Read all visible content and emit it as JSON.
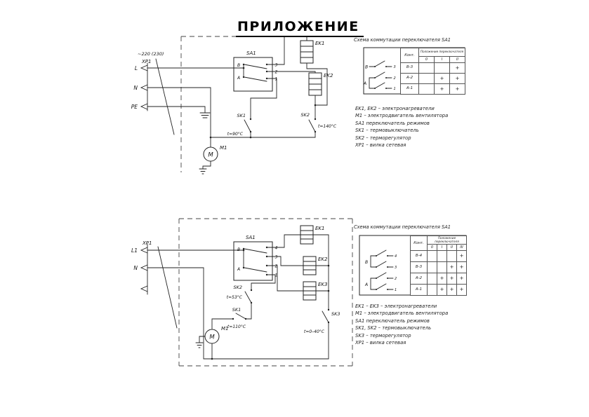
{
  "title": "ПРИЛОЖЕНИЕ",
  "top": {
    "schematic": {
      "supply": "~220 (230)",
      "plug": "XP1",
      "l": "L",
      "n": "N",
      "pe": "PE",
      "sa1": "SA1",
      "in_b": "В",
      "in_a": "А",
      "pins": [
        "3",
        "2",
        "1"
      ],
      "ek1": "EK1",
      "ek2": "EK2",
      "sk1": "SK1",
      "sk1_temp": "t=90°C",
      "sk2": "SK2",
      "sk2_temp": "t=140°C",
      "m1": "M1",
      "motor_letter": "M"
    },
    "block_title": "Схема коммутации переключателя SA1",
    "mini": {
      "b": "В",
      "a": "А",
      "pins": [
        "3",
        "2",
        "1"
      ]
    },
    "table": {
      "contacts": "Конт.",
      "positions_label": "Положение переключателя",
      "positions": [
        "0",
        "I",
        "II"
      ],
      "rows": [
        {
          "c": "В-3",
          "m": [
            "",
            "",
            "+"
          ]
        },
        {
          "c": "А-2",
          "m": [
            "",
            "+",
            "+"
          ]
        },
        {
          "c": "А-1",
          "m": [
            "",
            "+",
            "+"
          ]
        }
      ]
    },
    "legend": [
      "EK1, EK2 – электронагреватели",
      "M1 – электродвигатель вентилятора",
      "SA1 переключатель режимов",
      "SK1 – термовыключатель",
      "SK2 – терморегулятор",
      "XP1 – вилка сетевая"
    ]
  },
  "bottom": {
    "schematic": {
      "plug": "XP1",
      "l": "L1",
      "n": "N",
      "sa1": "SA1",
      "in_b": "В",
      "in_a": "А",
      "pins": [
        "4",
        "3",
        "2",
        "1"
      ],
      "ek1": "EK1",
      "ek2": "EK2",
      "ek3": "EK3",
      "sk1": "SK1",
      "sk1_temp": "t=110°C",
      "sk2": "SK2",
      "sk2_temp": "t=53°C",
      "sk3": "SK3",
      "sk3_temp": "t=0–40°C",
      "m1": "M1",
      "motor_letter": "M"
    },
    "block_title": "Схема коммутации переключателя SA1",
    "mini": {
      "b": "В",
      "a": "А",
      "pins": [
        "4",
        "3",
        "2",
        "1"
      ]
    },
    "table": {
      "contacts": "Конт.",
      "positions_label": "Положение переключателя",
      "positions": [
        "0",
        "I",
        "II",
        "III"
      ],
      "rows": [
        {
          "c": "В-4",
          "m": [
            "",
            "",
            "",
            "+"
          ]
        },
        {
          "c": "В-3",
          "m": [
            "",
            "",
            "+",
            "+"
          ]
        },
        {
          "c": "А-2",
          "m": [
            "",
            "+",
            "+",
            "+"
          ]
        },
        {
          "c": "А-1",
          "m": [
            "",
            "+",
            "+",
            "+"
          ]
        }
      ]
    },
    "legend": [
      "EK1 – EK3 – электронагреватели",
      "M1 – электродвигатель вентилятора",
      "SA1 переключатель режимов",
      "SK1, SK2 – термовыключатель",
      "SK3 – терморегулятор",
      "XP1 – вилка сетевая"
    ]
  }
}
